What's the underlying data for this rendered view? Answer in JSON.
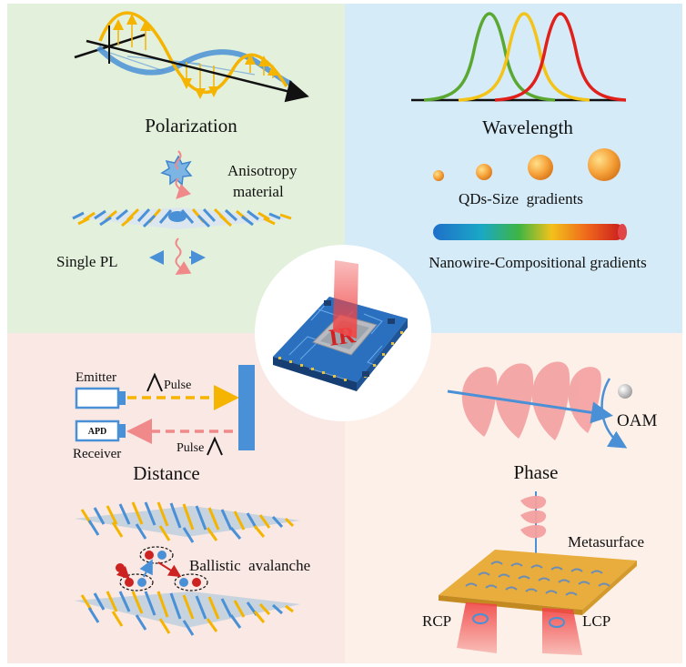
{
  "quadrants": {
    "polarization": {
      "title": "Polarization",
      "anisotropy_line1": "Anisotropy",
      "anisotropy_line2": "material",
      "single_pl": "Single PL"
    },
    "wavelength": {
      "title": "Wavelength",
      "qds_label": "QDs-Size  gradients",
      "nanowire_label": "Nanowire-Compositional gradients",
      "spectrum_colors": [
        "#5aa832",
        "#f3c417",
        "#e0201b"
      ]
    },
    "distance": {
      "title": "Distance",
      "emitter": "Emitter",
      "apd": "APD",
      "receiver": "Receiver",
      "pulse_top": "Pulse",
      "pulse_bottom": "Pulse",
      "ballistic": "Ballistic  avalanche"
    },
    "phase": {
      "title": "Phase",
      "oam": "OAM",
      "metasurface": "Metasurface",
      "rcp": "RCP",
      "lcp": "LCP"
    }
  },
  "center": {
    "chip_text": "IR"
  },
  "colors": {
    "polarization_bg": "#e3f0dc",
    "wavelength_bg": "#d5ebf7",
    "distance_bg": "#f9e8e3",
    "phase_bg": "#fcf0e8",
    "accent_blue": "#4a90d6",
    "accent_yellow": "#f4b400",
    "accent_pink": "#f08a8a"
  }
}
